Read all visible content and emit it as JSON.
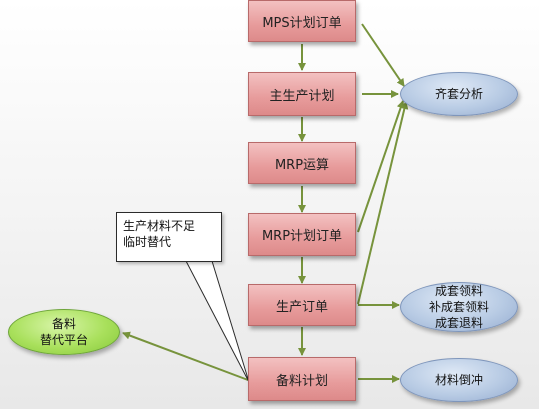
{
  "flow_steps": [
    "MPS计划订单",
    "主生产计划",
    "MRP运算",
    "MRP计划订单",
    "生产订单",
    "备料计划"
  ],
  "analysis": {
    "kitting": "齐套分析",
    "backflush": "材料倒冲"
  },
  "kit_ops": [
    "成套领料",
    "补成套领料",
    "成套退料"
  ],
  "substitute_platform": [
    "备料",
    "替代平台"
  ],
  "callout": {
    "line1": "生产材料不足",
    "line2": "临时替代"
  },
  "colors": {
    "step_fill": "#e79b9b",
    "ellipse_blue": "#b8cbe4",
    "ellipse_green": "#a9e05c",
    "arrow": "#77933c"
  }
}
